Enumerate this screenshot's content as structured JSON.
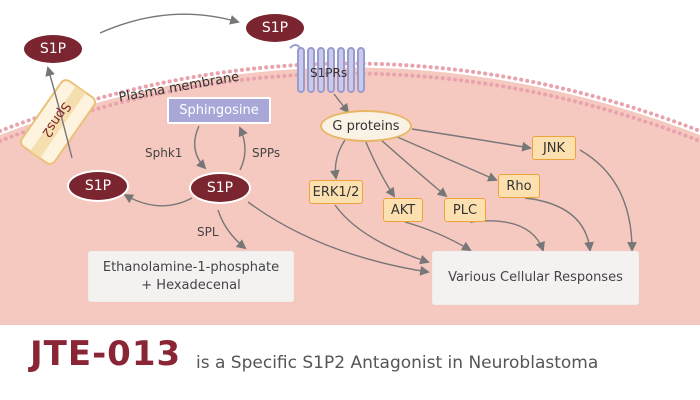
{
  "diagram": {
    "s1p_label": "S1P",
    "spns2_label": "Spns2",
    "membrane_label": "Plasma membrane",
    "s1prs_label": "S1PRs",
    "sphingosine_label": "Sphingosine",
    "sphk1_label": "Sphk1",
    "spps_label": "SPPs",
    "spl_label": "SPL",
    "g_proteins_label": "G proteins",
    "erk_label": "ERK1/2",
    "akt_label": "AKT",
    "plc_label": "PLC",
    "rho_label": "Rho",
    "jnk_label": "JNK",
    "products": {
      "line1": "Ethanolamine-1-phosphate",
      "line2": "+ Hexadecenal"
    },
    "responses_label": "Various Cellular Responses"
  },
  "title": {
    "compound": "JTE-013",
    "description": "is a Specific S1P2 Antagonist in Neuroblastoma"
  },
  "colors": {
    "s1p": "#7a2530",
    "cell_fill": "#f6c9c0",
    "membrane_dots": "#e8a3ad",
    "kinase_box": "#fde0b0",
    "sphingosine": "#a9a7d8",
    "title": "#8a2535"
  }
}
